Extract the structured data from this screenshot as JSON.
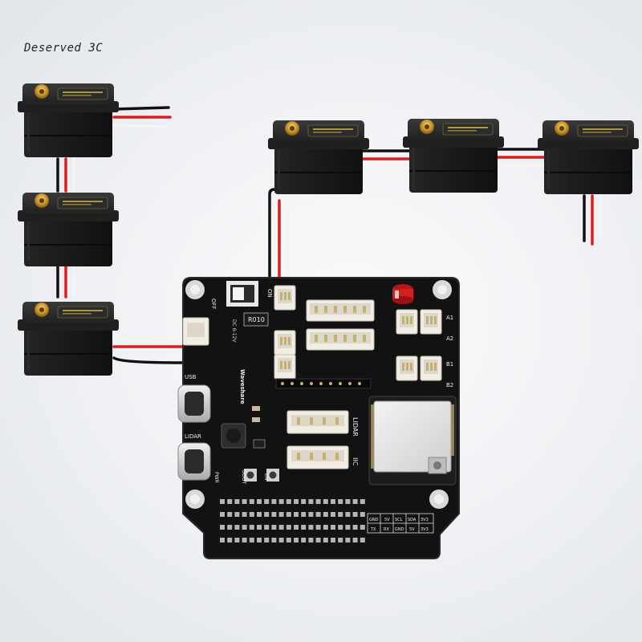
{
  "watermark": "Deserved 3C",
  "colors": {
    "background": "#eef0f3",
    "board": "#121212",
    "servo_body": "#1a1a1a",
    "wire_red": "#d61f1f",
    "wire_black": "#111111",
    "wire_white": "#f4f4f4",
    "connector": "#f1ede4"
  },
  "icons": [
    "servo-motor",
    "driver-board",
    "usb-c-port",
    "esp32-module",
    "capacitor",
    "gpio-header"
  ],
  "board": {
    "switch_labels": {
      "off": "OFF",
      "on": "ON"
    },
    "resistor": "R010",
    "dc_label": "DC 6-12V",
    "brand": "Waveshare",
    "port_labels": {
      "usb": "USB",
      "lidar": "LIDAR",
      "pwr": "PWR",
      "boot": "BOOT",
      "en": "EN",
      "lidar_right": "LIDAR",
      "iic": "IIC"
    },
    "motor_labels": {
      "a1": "A1",
      "a2": "A2",
      "b1": "B1",
      "b2": "B2"
    },
    "table_top": [
      "GND",
      "5V",
      "SCL",
      "SDA",
      "3V3"
    ],
    "table_bottom": [
      "TX",
      "RX",
      "GND",
      "5V",
      "3V3"
    ]
  }
}
